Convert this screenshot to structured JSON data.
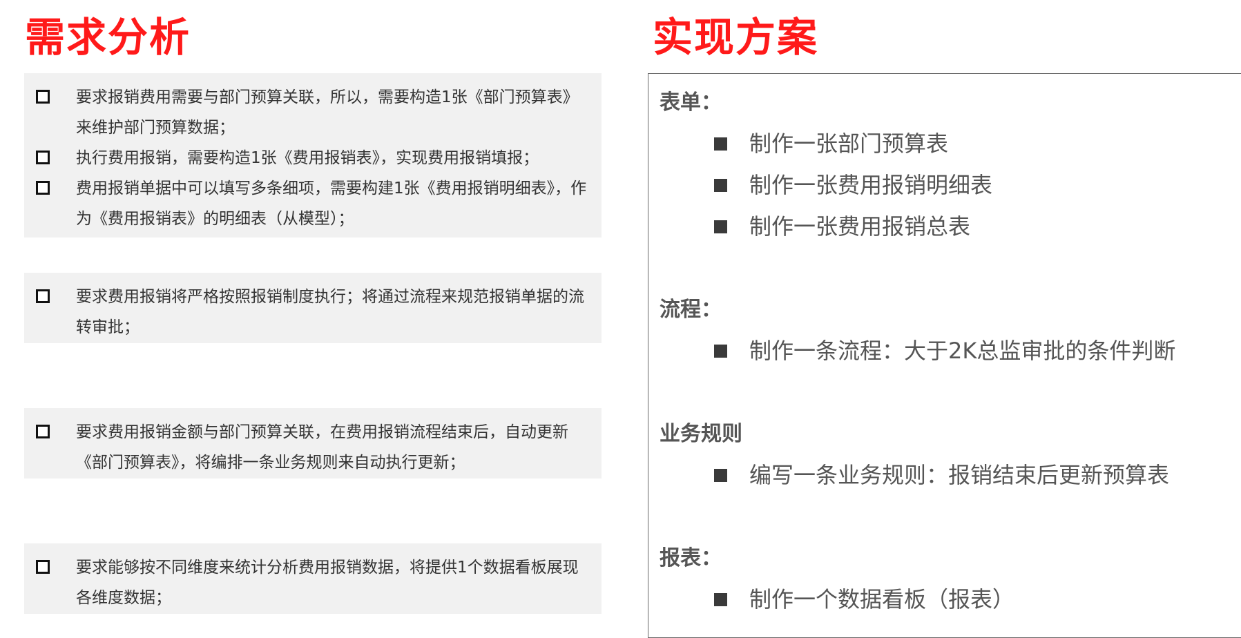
{
  "left": {
    "title": "需求分析",
    "blocks": [
      {
        "items": [
          "要求报销费用需要与部门预算关联，所以，需要构造1张《部门预算表》来维护部门预算数据；",
          "执行费用报销，需要构造1张《费用报销表》，实现费用报销填报；",
          "费用报销单据中可以填写多条细项，需要构建1张《费用报销明细表》，作为《费用报销表》的明细表（从模型）；"
        ]
      },
      {
        "items": [
          "要求费用报销将严格按照报销制度执行；将通过流程来规范报销单据的流转审批；"
        ]
      },
      {
        "items": [
          "要求费用报销金额与部门预算关联，在费用报销流程结束后，自动更新《部门预算表》，将编排一条业务规则来自动执行更新；"
        ]
      },
      {
        "items": [
          "要求能够按不同维度来统计分析费用报销数据，将提供1个数据看板展现各维度数据；"
        ]
      }
    ]
  },
  "right": {
    "title": "实现方案",
    "sections": [
      {
        "heading": "表单：",
        "items": [
          "制作一张部门预算表",
          "制作一张费用报销明细表",
          "制作一张费用报销总表"
        ]
      },
      {
        "heading": "流程：",
        "items": [
          "制作一条流程：大于2K总监审批的条件判断"
        ]
      },
      {
        "heading": "业务规则",
        "items": [
          "编写一条业务规则：报销结束后更新预算表"
        ]
      },
      {
        "heading": "报表：",
        "items": [
          "制作一个数据看板（报表）"
        ]
      }
    ]
  },
  "colors": {
    "title": "#ff1a1a",
    "block_bg": "#f1f1f1",
    "text": "#333333",
    "plan_text": "#555555"
  }
}
